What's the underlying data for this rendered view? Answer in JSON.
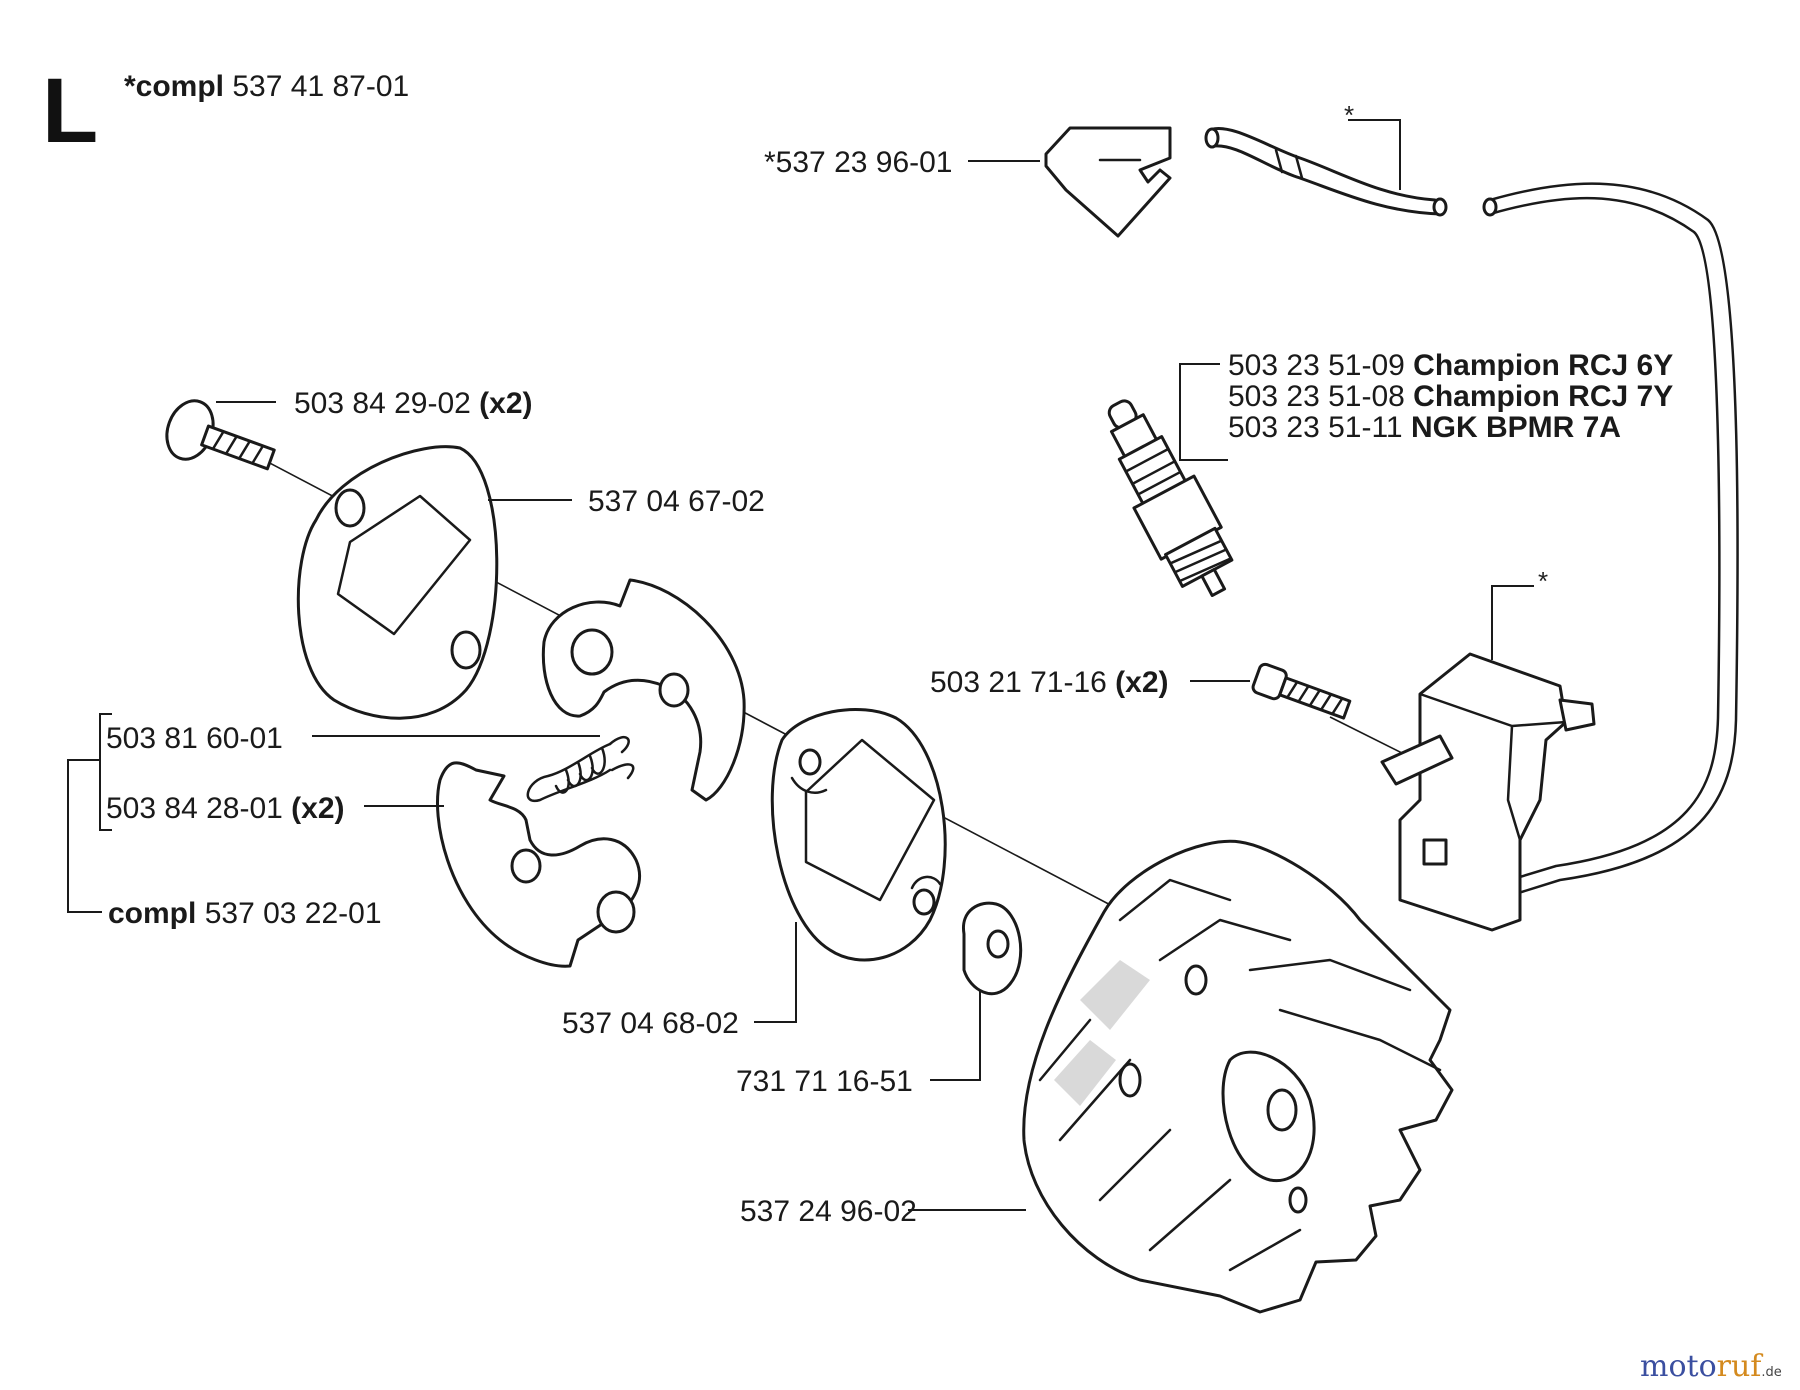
{
  "section_letter": "L",
  "assembly": {
    "marker": "*compl",
    "number": "537 41 87-01"
  },
  "parts": {
    "intake_cover": "*537 23 96-01",
    "screw_cover": {
      "number": "503 84 29-02",
      "qty": "(x2)"
    },
    "cover_plate": "537 04 67-02",
    "spring": "503 81 60-01",
    "clutch_shoe_screw": {
      "number": "503 84 28-01",
      "qty": "(x2)"
    },
    "clutch_compl": {
      "prefix": "compl",
      "number": "537 03 22-01"
    },
    "clutch_plate": "537 04 68-02",
    "washer": "731 71 16-51",
    "flywheel": "537 24 96-02",
    "ignition_screw": {
      "number": "503 21 71-16",
      "qty": "(x2)"
    },
    "spark_plugs": [
      {
        "number": "503 23 51-09",
        "name": "Champion RCJ 6Y"
      },
      {
        "number": "503 23 51-08",
        "name": "Champion RCJ 7Y"
      },
      {
        "number": "503 23 51-11",
        "name": "NGK BPMR 7A"
      }
    ],
    "hose_marker": "*",
    "ignition_marker": "*"
  },
  "watermark": {
    "part1": "moto",
    "part2": "ruf",
    "suffix": ".de"
  }
}
